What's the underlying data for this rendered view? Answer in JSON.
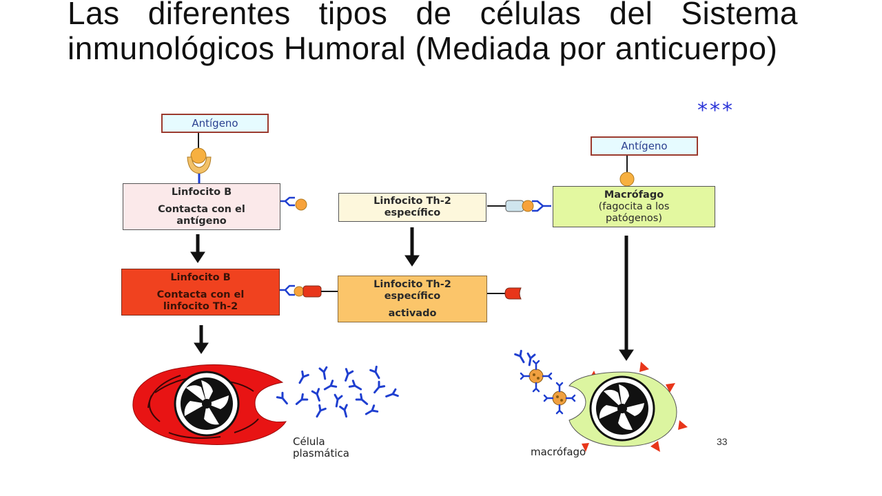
{
  "slide": {
    "title": "Las diferentes tipos de células del Sistema inmunológicos Humoral (Mediada por anticuerpo)",
    "stars": "***",
    "page_number": "33"
  },
  "diagram": {
    "antigen_left": "Antígeno",
    "antigen_right": "Antígeno",
    "b_cell_contact_antigen": {
      "line1": "Linfocito B",
      "line2": "Contacta con el",
      "line3": "antígeno"
    },
    "b_cell_contact_th2": {
      "line1": "Linfocito B",
      "line2": "Contacta con el",
      "line3": "linfocito Th-2"
    },
    "th2_specific": {
      "line1": "Linfocito Th-2",
      "line2": "específico"
    },
    "th2_activated": {
      "line1": "Linfocito Th-2",
      "line2": "específico",
      "line3": "activado"
    },
    "macrophage": {
      "line1": "Macrófago",
      "line2": "(fagocita a los",
      "line3": "patógenos)"
    },
    "plasma_cell_label": {
      "line1": "Célula",
      "line2": "plasmática"
    },
    "macrophage_label": "macrófago"
  },
  "colors": {
    "plasma_cell": "#e81414",
    "macrophage_cell": "#dcf5a0",
    "antibody": "#1f3fd0",
    "antigen": "#f7a23a",
    "arrow": "#111111"
  }
}
